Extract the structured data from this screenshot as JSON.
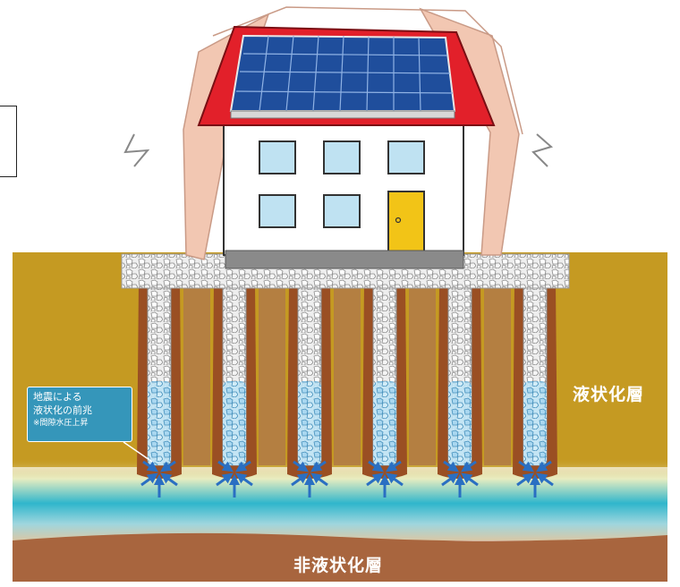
{
  "labels": {
    "liquefaction_layer": "液状化層",
    "non_liquefaction_layer": "非液状化層"
  },
  "callout": {
    "line1": "地震による",
    "line2": "液状化の前兆",
    "line3": "※間隙水圧上昇"
  },
  "colors": {
    "liquefaction_soil": "#c59a22",
    "non_liquefaction_soil": "#a8653e",
    "water_band": "#2fb6cc",
    "gravel": "#d9d9d9",
    "column_soil": "#9a4f23",
    "roof": "#e2202a",
    "solar_panel": "#1f4e9c",
    "house_wall": "#ffffff",
    "window": "#bfe2f2",
    "door": "#f2c417",
    "foundation": "#8a8a8a",
    "arrow": "#2a6fc2",
    "callout_bg": "#2896c8"
  },
  "counts": {
    "gravel_columns": 6
  }
}
